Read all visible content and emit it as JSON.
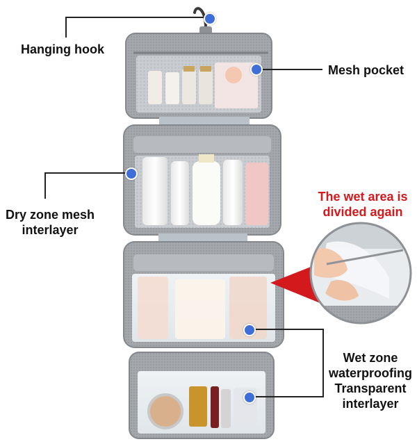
{
  "annotations": {
    "hanging_hook": "Hanging hook",
    "mesh_pocket": "Mesh pocket",
    "wet_area_line1": "The wet area is",
    "wet_area_line2": "divided again",
    "dry_zone_line1": "Dry zone mesh",
    "dry_zone_line2": "interlayer",
    "wet_zone_line1": "Wet zone",
    "wet_zone_line2": "waterproofing",
    "wet_zone_line3": "Transparent",
    "wet_zone_line4": "interlayer"
  },
  "colors": {
    "dot": "#3f6ed8",
    "callout_red": "#d3191c",
    "bag_gray": "#9b9fa3",
    "bag_dark": "#6f7377"
  },
  "icons": [
    "hook-icon",
    "callout-dot-icon"
  ]
}
